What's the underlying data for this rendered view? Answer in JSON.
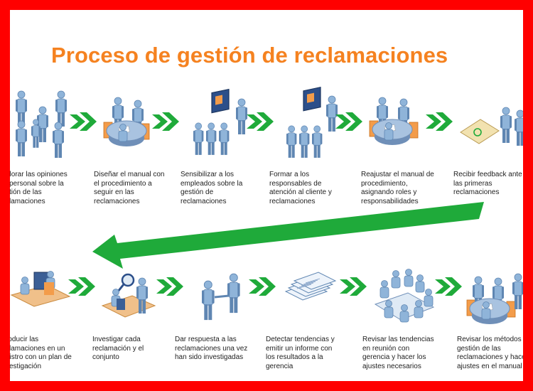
{
  "title": "Proceso de gestión de reclamaciones",
  "colors": {
    "frame": "#ff0000",
    "title": "#f58220",
    "arrow": "#1faa3a",
    "person": "#8fb4d9",
    "person_shade": "#5f86b2",
    "accent": "#f39c4a"
  },
  "row1": [
    {
      "label": "plorar las opiniones\nl personal sobre la\nstión de las\nclamaciones",
      "icon": "people-group-icon"
    },
    {
      "label": "Diseñar el manual con\nel procedimiento a\nseguir en las\nreclamaciones",
      "icon": "meeting-table-icon"
    },
    {
      "label": "Sensibilizar a los\nempleados sobre la\ngestión de\nreclamaciones",
      "icon": "presentation-icon"
    },
    {
      "label": "Formar a los\nresponsables de\natención al cliente y\nreclamaciones",
      "icon": "training-icon"
    },
    {
      "label": "Reajustar el manual de\nprocedimiento,\nasignando roles y\nresponsabilidades",
      "icon": "meeting-table-icon"
    },
    {
      "label": "Recibir feedback ante\nlas primeras\nreclamaciones",
      "icon": "feedback-icon"
    }
  ],
  "row2": [
    {
      "label": "roducir las\nclamaciones en un\ngistro con un plan de\nvestigación",
      "icon": "computer-desk-icon"
    },
    {
      "label": "Investigar cada\nreclamación y el\nconjunto",
      "icon": "magnifier-icon"
    },
    {
      "label": "Dar respuesta a las\nreclamaciones una vez\nhan sido investigadas",
      "icon": "handshake-icon"
    },
    {
      "label": "Detectar tendencias y\nemitir un informe con\nlos resultados a la\ngerencia",
      "icon": "documents-icon"
    },
    {
      "label": "Revisar las tendencias\nen reunión con\ngerencia y hacer los\najustes necesarios",
      "icon": "boardroom-icon"
    },
    {
      "label": "Revisar los métodos d\ngestión de las\nreclamaciones y hace\najustes en el manual",
      "icon": "meeting-table-icon"
    }
  ]
}
